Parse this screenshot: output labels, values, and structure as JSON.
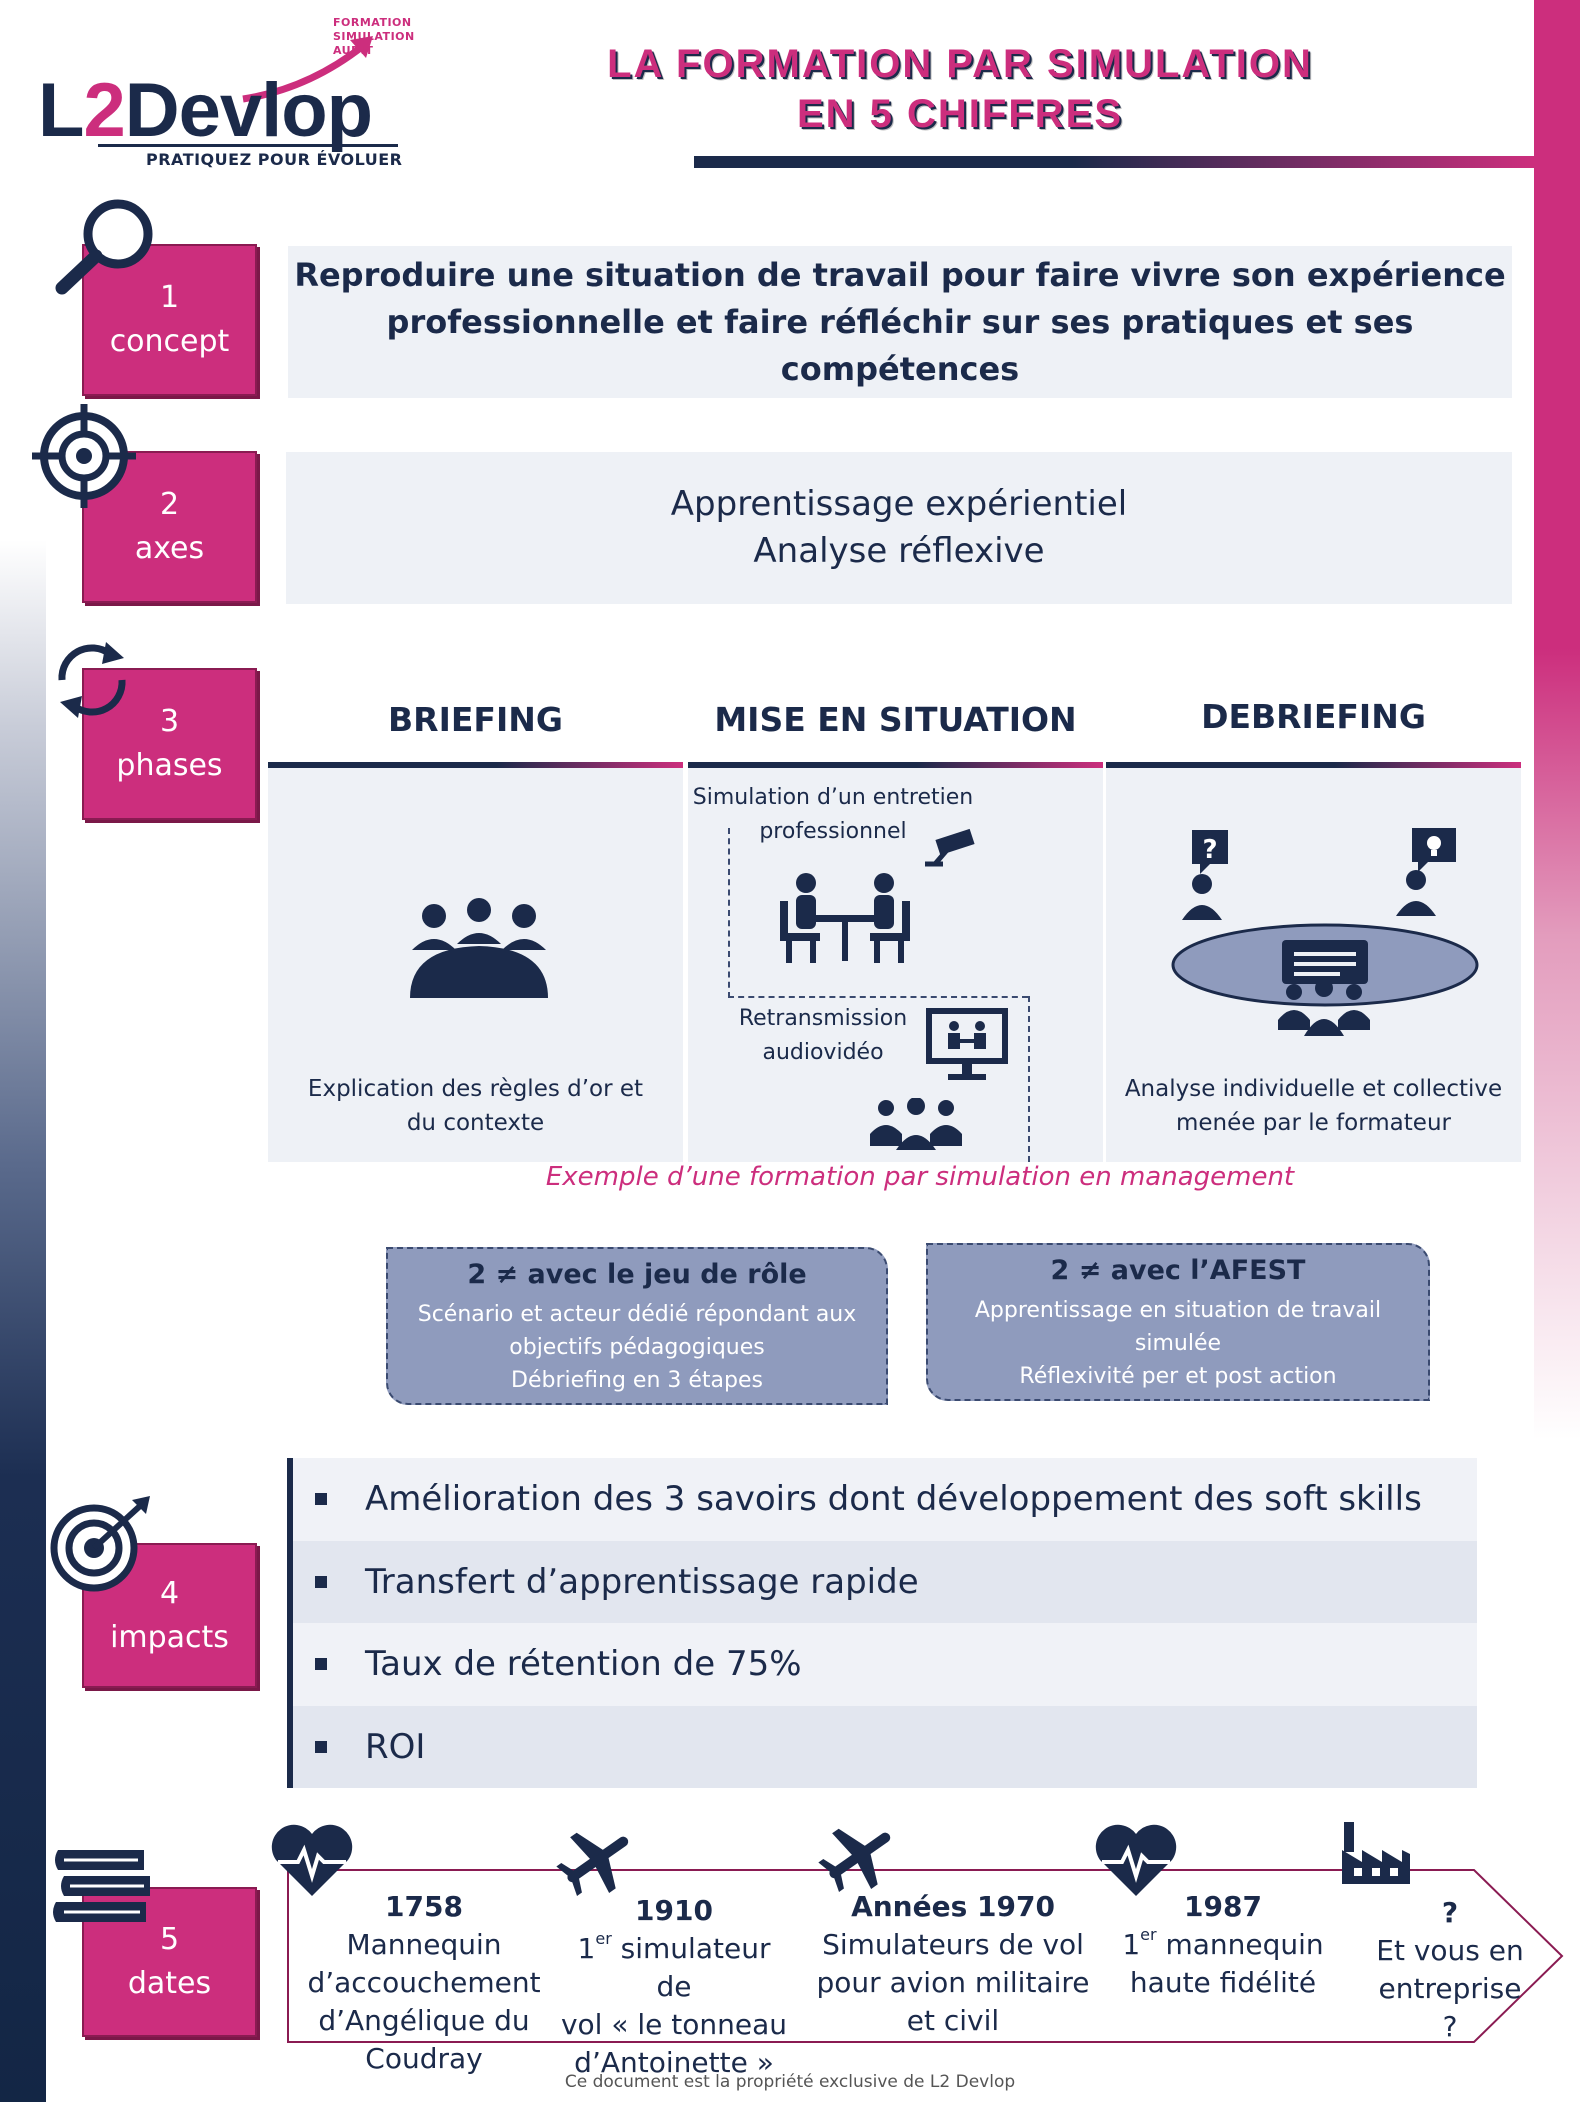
{
  "logo": {
    "small_lines": [
      "FORMATION",
      "SIMULATION",
      "AUDIT"
    ],
    "brand_prefix": "L",
    "brand_two": "2",
    "brand_suffix": "Devlop",
    "tagline": "PRATIQUEZ POUR ÉVOLUER"
  },
  "title": {
    "line1": "LA FORMATION PAR SIMULATION",
    "line2": "EN 5 CHIFFRES"
  },
  "colors": {
    "pink": "#cc2e7d",
    "navy": "#1b2a4a",
    "panel": "#eef1f6",
    "slate": "#8f9bbd"
  },
  "sections": {
    "concept": {
      "number": "1",
      "label": "concept",
      "icon": "magnifier-icon",
      "text_line1": "Reproduire une situation de travail pour faire vivre son expérience",
      "text_line2": "professionnelle et faire réfléchir sur ses pratiques et ses compétences"
    },
    "axes": {
      "number": "2",
      "label": "axes",
      "icon": "crosshair-icon",
      "line1": "Apprentissage expérientiel",
      "line2": "Analyse réflexive"
    },
    "phases": {
      "number": "3",
      "label": "phases",
      "icon": "cycle-arrows-icon",
      "briefing": {
        "title": "BRIEFING",
        "caption_line1": "Explication des règles d’or et",
        "caption_line2": "du contexte"
      },
      "situation": {
        "title": "MISE EN SITUATION",
        "sim_line1": "Simulation d’un entretien",
        "sim_line2": "professionnel",
        "retrans_line1": "Retransmission",
        "retrans_line2": "audiovidéo"
      },
      "debriefing": {
        "title": "DEBRIEFING",
        "caption_line1": "Analyse individuelle et collective",
        "caption_line2": "menée par le formateur"
      },
      "note": "Exemple d’une formation par simulation en management"
    },
    "differences": [
      {
        "title": "2 ≠ avec le jeu de rôle",
        "lines": [
          "Scénario et acteur dédié répondant aux",
          "objectifs pédagogiques",
          "Débriefing en 3 étapes"
        ]
      },
      {
        "title": "2 ≠ avec l’AFEST",
        "lines": [
          "Apprentissage en situation de travail",
          "simulée",
          "Réflexivité per et post action"
        ]
      }
    ],
    "impacts": {
      "number": "4",
      "label": "impacts",
      "icon": "target-arrow-icon",
      "items": [
        "Amélioration des 3 savoirs dont développement des soft skills",
        "Transfert d’apprentissage rapide",
        "Taux de rétention de 75%",
        "ROI"
      ]
    },
    "dates": {
      "number": "5",
      "label": "dates",
      "icon": "books-icon",
      "items": [
        {
          "year": "1758",
          "icon": "heartbeat-icon",
          "lines": [
            "Mannequin",
            "d’accouchement",
            "d’Angélique du",
            "Coudray"
          ]
        },
        {
          "year": "1910",
          "icon": "airplane-icon",
          "ordinal": "1",
          "sup": "er",
          "rest": " simulateur de",
          "lines": [
            "vol « le tonneau",
            "d’Antoinette »"
          ]
        },
        {
          "year": "Années 1970",
          "icon": "airplane-icon",
          "lines": [
            "Simulateurs de vol",
            "pour avion militaire",
            "et civil"
          ]
        },
        {
          "year": "1987",
          "icon": "heartbeat-icon",
          "ordinal": "1",
          "sup": "er",
          "rest": " mannequin",
          "lines": [
            "haute fidélité"
          ]
        },
        {
          "year": "?",
          "icon": "factory-icon",
          "lines": [
            "Et vous en",
            "entreprise",
            "?"
          ]
        }
      ]
    }
  },
  "footer": "Ce document est la propriété exclusive de L2 Devlop"
}
